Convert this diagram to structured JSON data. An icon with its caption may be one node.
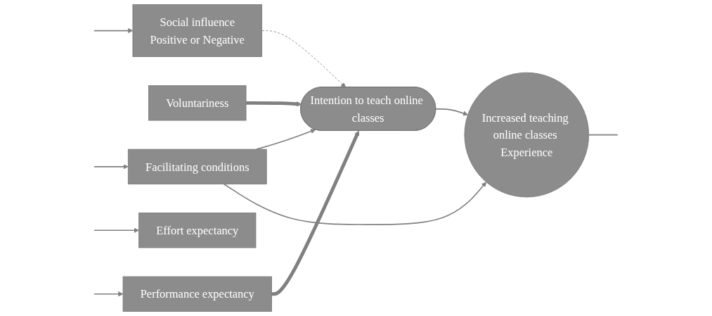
{
  "diagram": {
    "nodes": [
      {
        "text": [
          "Social influence",
          "Positive or Negative"
        ]
      },
      {
        "text": [
          "Voluntariness"
        ]
      },
      {
        "text": [
          "Performance expectancy"
        ]
      },
      {
        "text": [
          "Intention to teach online classes"
        ]
      },
      {
        "text": [
          "Increased teaching online classes Experience"
        ]
      },
      {
        "text": [
          "Effort expectancy"
        ]
      },
      {
        "text": [
          "Facilitating conditions"
        ]
      }
    ],
    "edges": [
      {
        "from": null,
        "to": 0,
        "arrow": "to"
      },
      {
        "from": null,
        "to": 2,
        "arrow": "to"
      },
      {
        "from": null,
        "to": 5,
        "arrow": "to"
      },
      {
        "from": 0,
        "to": 3,
        "arrow": "to",
        "style": "dashed"
      },
      {
        "from": 1,
        "to": 3,
        "arrow": "to",
        "style": "thick"
      },
      {
        "from": 2,
        "to": 3,
        "arrow": "to",
        "style": "thick"
      },
      {
        "from": 6,
        "to": 3,
        "arrow": "to"
      },
      {
        "from": 6,
        "to": 4,
        "arrow": "to"
      },
      {
        "from": 3,
        "to": 4,
        "arrow": "to"
      },
      {
        "from": null,
        "to": 6,
        "arrow": "to"
      },
      {
        "from": 4,
        "to": null,
        "arrow": "none"
      }
    ]
  }
}
